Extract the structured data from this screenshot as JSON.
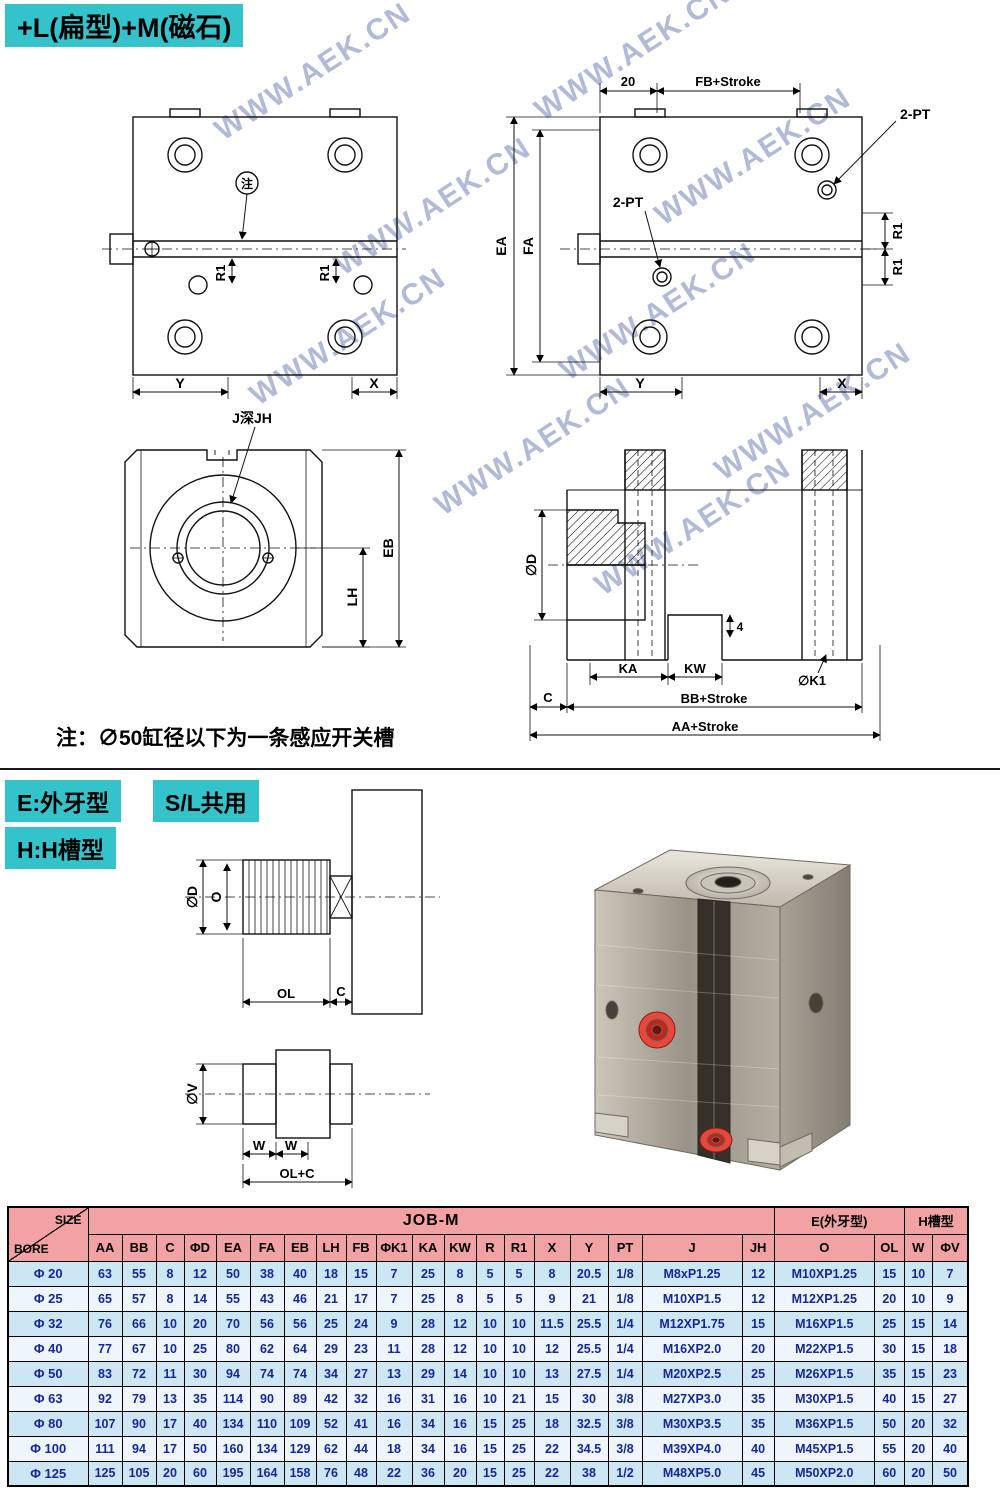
{
  "page": {
    "title_badge": "+L(扁型)+M(磁石)",
    "note": "注：∅50缸径以下为一条感应开关槽",
    "watermark": "WWW.AEK.CN"
  },
  "drawings": {
    "front": {
      "note_mark": "注",
      "r1_a": "R1",
      "r1_b": "R1",
      "dim_y": "Y",
      "dim_x": "X"
    },
    "side": {
      "dim_20": "20",
      "fb_stroke": "FB+Stroke",
      "ea": "EA",
      "fa": "FA",
      "pt_top": "2-PT",
      "pt_mid": "2-PT",
      "r1_a": "R1",
      "r1_b": "R1",
      "dim_y": "Y",
      "dim_x": "X"
    },
    "bottom": {
      "j_label": "J深JH",
      "eb": "EB",
      "lh": "LH"
    },
    "section": {
      "d": "∅D",
      "ka": "KA",
      "kw": "KW",
      "four": "4",
      "k1": "∅K1",
      "c": "C",
      "bb": "BB+Stroke",
      "aa": "AA+Stroke"
    }
  },
  "mid": {
    "badge_e": "E:外牙型",
    "badge_sl": "S/L共用",
    "badge_h": "H:H槽型",
    "thread": {
      "d": "∅D",
      "o": "O",
      "ol": "OL",
      "c": "C"
    },
    "groove": {
      "v": "∅V",
      "w1": "W",
      "w2": "W",
      "olc": "OL+C"
    }
  },
  "table": {
    "title": "JOB-M",
    "group_e": "E(外牙型)",
    "group_h": "H槽型",
    "size_header": "SIZE",
    "bore_header": "BORE",
    "columns": [
      "AA",
      "BB",
      "C",
      "ΦD",
      "EA",
      "FA",
      "EB",
      "LH",
      "FB",
      "ΦK1",
      "KA",
      "KW",
      "R",
      "R1",
      "X",
      "Y",
      "PT",
      "J",
      "JH",
      "O",
      "OL",
      "W",
      "ΦV"
    ],
    "rows": [
      {
        "size": "Φ 20",
        "values": [
          "63",
          "55",
          "8",
          "12",
          "50",
          "38",
          "40",
          "18",
          "15",
          "7",
          "25",
          "8",
          "5",
          "5",
          "8",
          "20.5",
          "1/8",
          "M8xP1.25",
          "12",
          "M10XP1.25",
          "15",
          "10",
          "7"
        ]
      },
      {
        "size": "Φ 25",
        "values": [
          "65",
          "57",
          "8",
          "14",
          "55",
          "43",
          "46",
          "21",
          "17",
          "7",
          "25",
          "8",
          "5",
          "5",
          "9",
          "21",
          "1/8",
          "M10XP1.5",
          "12",
          "M12XP1.25",
          "20",
          "10",
          "9"
        ]
      },
      {
        "size": "Φ 32",
        "values": [
          "76",
          "66",
          "10",
          "20",
          "70",
          "56",
          "56",
          "25",
          "24",
          "9",
          "28",
          "12",
          "10",
          "10",
          "11.5",
          "25.5",
          "1/4",
          "M12XP1.75",
          "15",
          "M16XP1.5",
          "25",
          "15",
          "14"
        ]
      },
      {
        "size": "Φ 40",
        "values": [
          "77",
          "67",
          "10",
          "25",
          "80",
          "62",
          "64",
          "29",
          "23",
          "11",
          "28",
          "12",
          "10",
          "10",
          "12",
          "25.5",
          "1/4",
          "M16XP2.0",
          "20",
          "M22XP1.5",
          "30",
          "15",
          "18"
        ]
      },
      {
        "size": "Φ 50",
        "values": [
          "83",
          "72",
          "11",
          "30",
          "94",
          "74",
          "74",
          "34",
          "27",
          "13",
          "29",
          "14",
          "10",
          "10",
          "13",
          "27.5",
          "1/4",
          "M20XP2.5",
          "25",
          "M26XP1.5",
          "35",
          "15",
          "23"
        ]
      },
      {
        "size": "Φ 63",
        "values": [
          "92",
          "79",
          "13",
          "35",
          "114",
          "90",
          "89",
          "42",
          "32",
          "16",
          "31",
          "16",
          "10",
          "21",
          "15",
          "30",
          "3/8",
          "M27XP3.0",
          "35",
          "M30XP1.5",
          "40",
          "15",
          "27"
        ]
      },
      {
        "size": "Φ 80",
        "values": [
          "107",
          "90",
          "17",
          "40",
          "134",
          "110",
          "109",
          "52",
          "41",
          "16",
          "34",
          "16",
          "15",
          "25",
          "18",
          "32.5",
          "3/8",
          "M30XP3.5",
          "35",
          "M36XP1.5",
          "50",
          "20",
          "32"
        ]
      },
      {
        "size": "Φ 100",
        "values": [
          "111",
          "94",
          "17",
          "50",
          "160",
          "134",
          "129",
          "62",
          "44",
          "18",
          "34",
          "16",
          "15",
          "25",
          "22",
          "34.5",
          "3/8",
          "M39XP4.0",
          "40",
          "M45XP1.5",
          "55",
          "20",
          "40"
        ]
      },
      {
        "size": "Φ 125",
        "values": [
          "125",
          "105",
          "20",
          "60",
          "195",
          "164",
          "158",
          "76",
          "48",
          "22",
          "36",
          "20",
          "15",
          "25",
          "22",
          "38",
          "1/2",
          "M48XP5.0",
          "45",
          "M50XP2.0",
          "60",
          "20",
          "50"
        ]
      }
    ]
  }
}
